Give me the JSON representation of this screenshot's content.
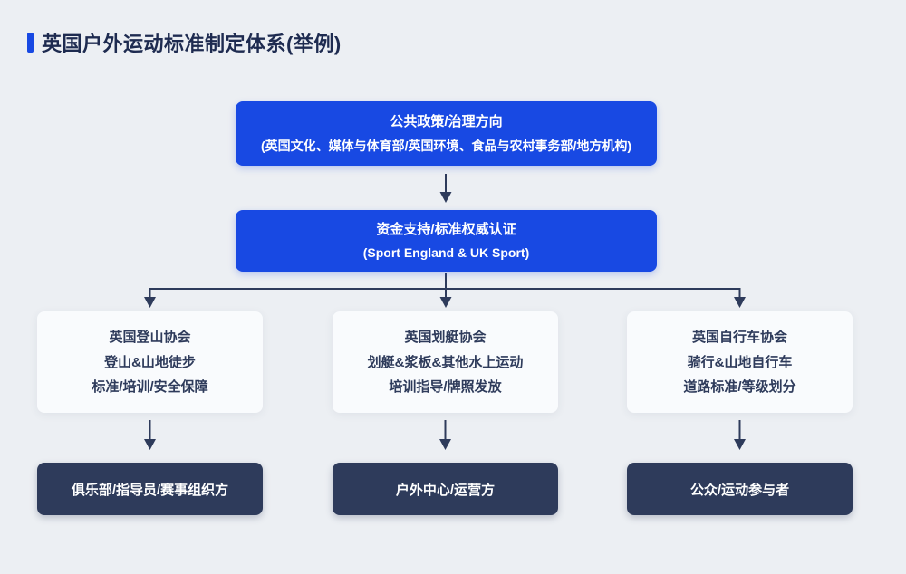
{
  "title": "英国户外运动标准制定体系(举例)",
  "colors": {
    "background": "#ECEFF3",
    "accent_blue": "#1849E3",
    "navy": "#2E3B5B",
    "title_color": "#1E2B50",
    "light_box": "#F9FBFD"
  },
  "flow": {
    "policy_box": {
      "line1": "公共政策/治理方向",
      "line2": "(英国文化、媒体与体育部/英国环境、食品与农村事务部/地方机构)"
    },
    "funding_box": {
      "line1": "资金支持/标准权威认证",
      "line2": "(Sport England & UK Sport)"
    },
    "associations": [
      {
        "name": "英国登山协会",
        "scope": "登山&山地徒步",
        "role": "标准/培训/安全保障"
      },
      {
        "name": "英国划艇协会",
        "scope": "划艇&浆板&其他水上运动",
        "role": "培训指导/牌照发放"
      },
      {
        "name": "英国自行车协会",
        "scope": "骑行&山地自行车",
        "role": "道路标准/等级划分"
      }
    ],
    "end_boxes": [
      {
        "label": "俱乐部/指导员/赛事组织方"
      },
      {
        "label": "户外中心/运营方"
      },
      {
        "label": "公众/运动参与者"
      }
    ]
  }
}
